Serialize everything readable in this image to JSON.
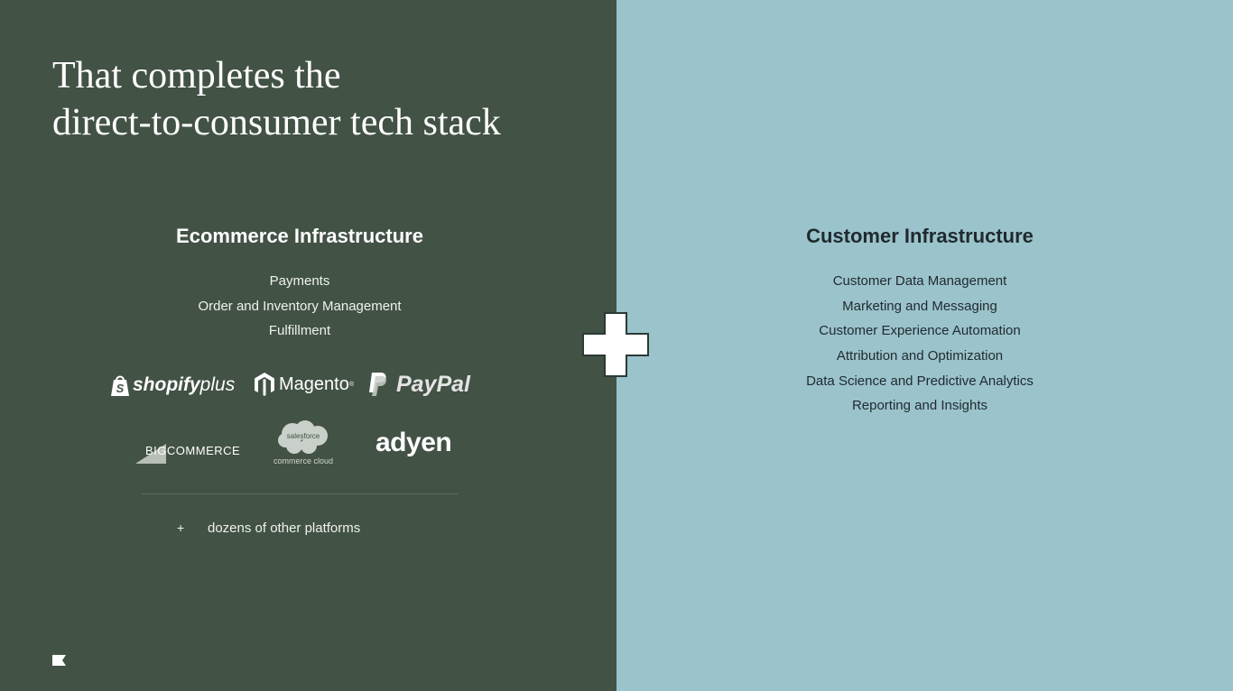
{
  "slide": {
    "title_line1": "That completes the",
    "title_line2": "direct-to-consumer tech stack"
  },
  "ecommerce": {
    "heading": "Ecommerce Infrastructure",
    "features": [
      "Payments",
      "Order and Inventory Management",
      "Fulfillment"
    ],
    "logos": {
      "shopify_bold": "shopify",
      "shopify_light": "plus",
      "magento": "Magento",
      "magento_mark": "®",
      "paypal": "PayPal",
      "bigcommerce_big": "BIG",
      "bigcommerce_rest": "COMMERCE",
      "salesforce": "salesforce",
      "salesforce_sub": "commerce cloud",
      "adyen": "adyen"
    },
    "more_prefix": "+",
    "more_text": "dozens of other platforms"
  },
  "customer": {
    "heading": "Customer Infrastructure",
    "features": [
      "Customer Data Management",
      "Marketing and Messaging",
      "Customer Experience Automation",
      "Attribution and Optimization",
      "Data Science and Predictive Analytics",
      "Reporting and Insights"
    ]
  },
  "colors": {
    "left_background": "#425245",
    "right_background": "#9bc3cc",
    "plus_fill": "#ffffff",
    "plus_outline": "#2b3a33"
  },
  "icons": {
    "join": "plus-icon",
    "brand": "flag-icon"
  }
}
